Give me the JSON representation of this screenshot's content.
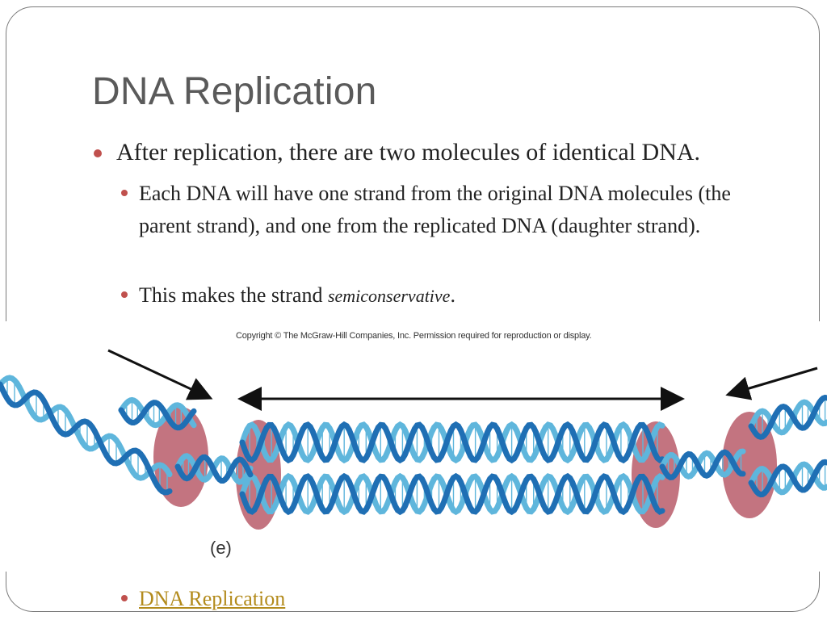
{
  "slide": {
    "title": "DNA Replication",
    "bullets": [
      {
        "text": "After replication, there are two molecules of identical DNA."
      },
      {
        "text": "Each DNA will have one strand from the original DNA molecules (the parent strand), and one from the replicated DNA (daughter strand)."
      },
      {
        "text_before": "This makes the strand ",
        "emphasis": "semiconservative",
        "text_after": "."
      }
    ],
    "link_text": "DNA Replication"
  },
  "figure": {
    "copyright": "Copyright © The McGraw-Hill Companies, Inc. Permission required for reproduction or display.",
    "label": "(e)"
  },
  "colors": {
    "title": "#5a5a5a",
    "bullet": "#c0504d",
    "link": "#b38b1c",
    "helix_dark": "#1f6fb4",
    "helix_light": "#5fb6dc",
    "enzyme": "#b85c6a"
  }
}
